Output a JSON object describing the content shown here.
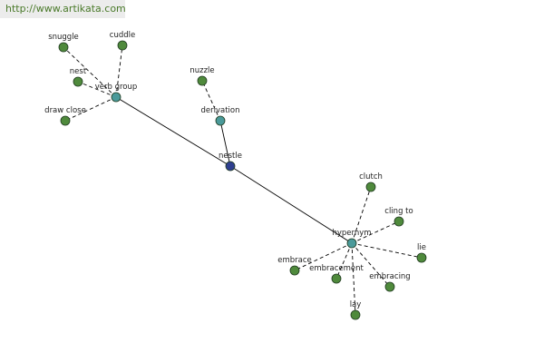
{
  "watermark": {
    "text": "http://www.artikata.com"
  },
  "colors": {
    "central": "#2f3f8f",
    "relation": "#4a9a9a",
    "leaf": "#4f8a3c",
    "node_stroke": "#1f3a1f",
    "edge": "#000000"
  },
  "graph": {
    "center": {
      "label": "nestle"
    },
    "relations": [
      {
        "label": "verb group",
        "words": [
          "snuggle",
          "cuddle",
          "nest",
          "draw close"
        ]
      },
      {
        "label": "derivation",
        "words": [
          "nuzzle"
        ]
      },
      {
        "label": "hypernym",
        "words": [
          "clutch",
          "cling to",
          "lie",
          "embrace",
          "embracement",
          "embracing",
          "lay"
        ]
      }
    ]
  }
}
